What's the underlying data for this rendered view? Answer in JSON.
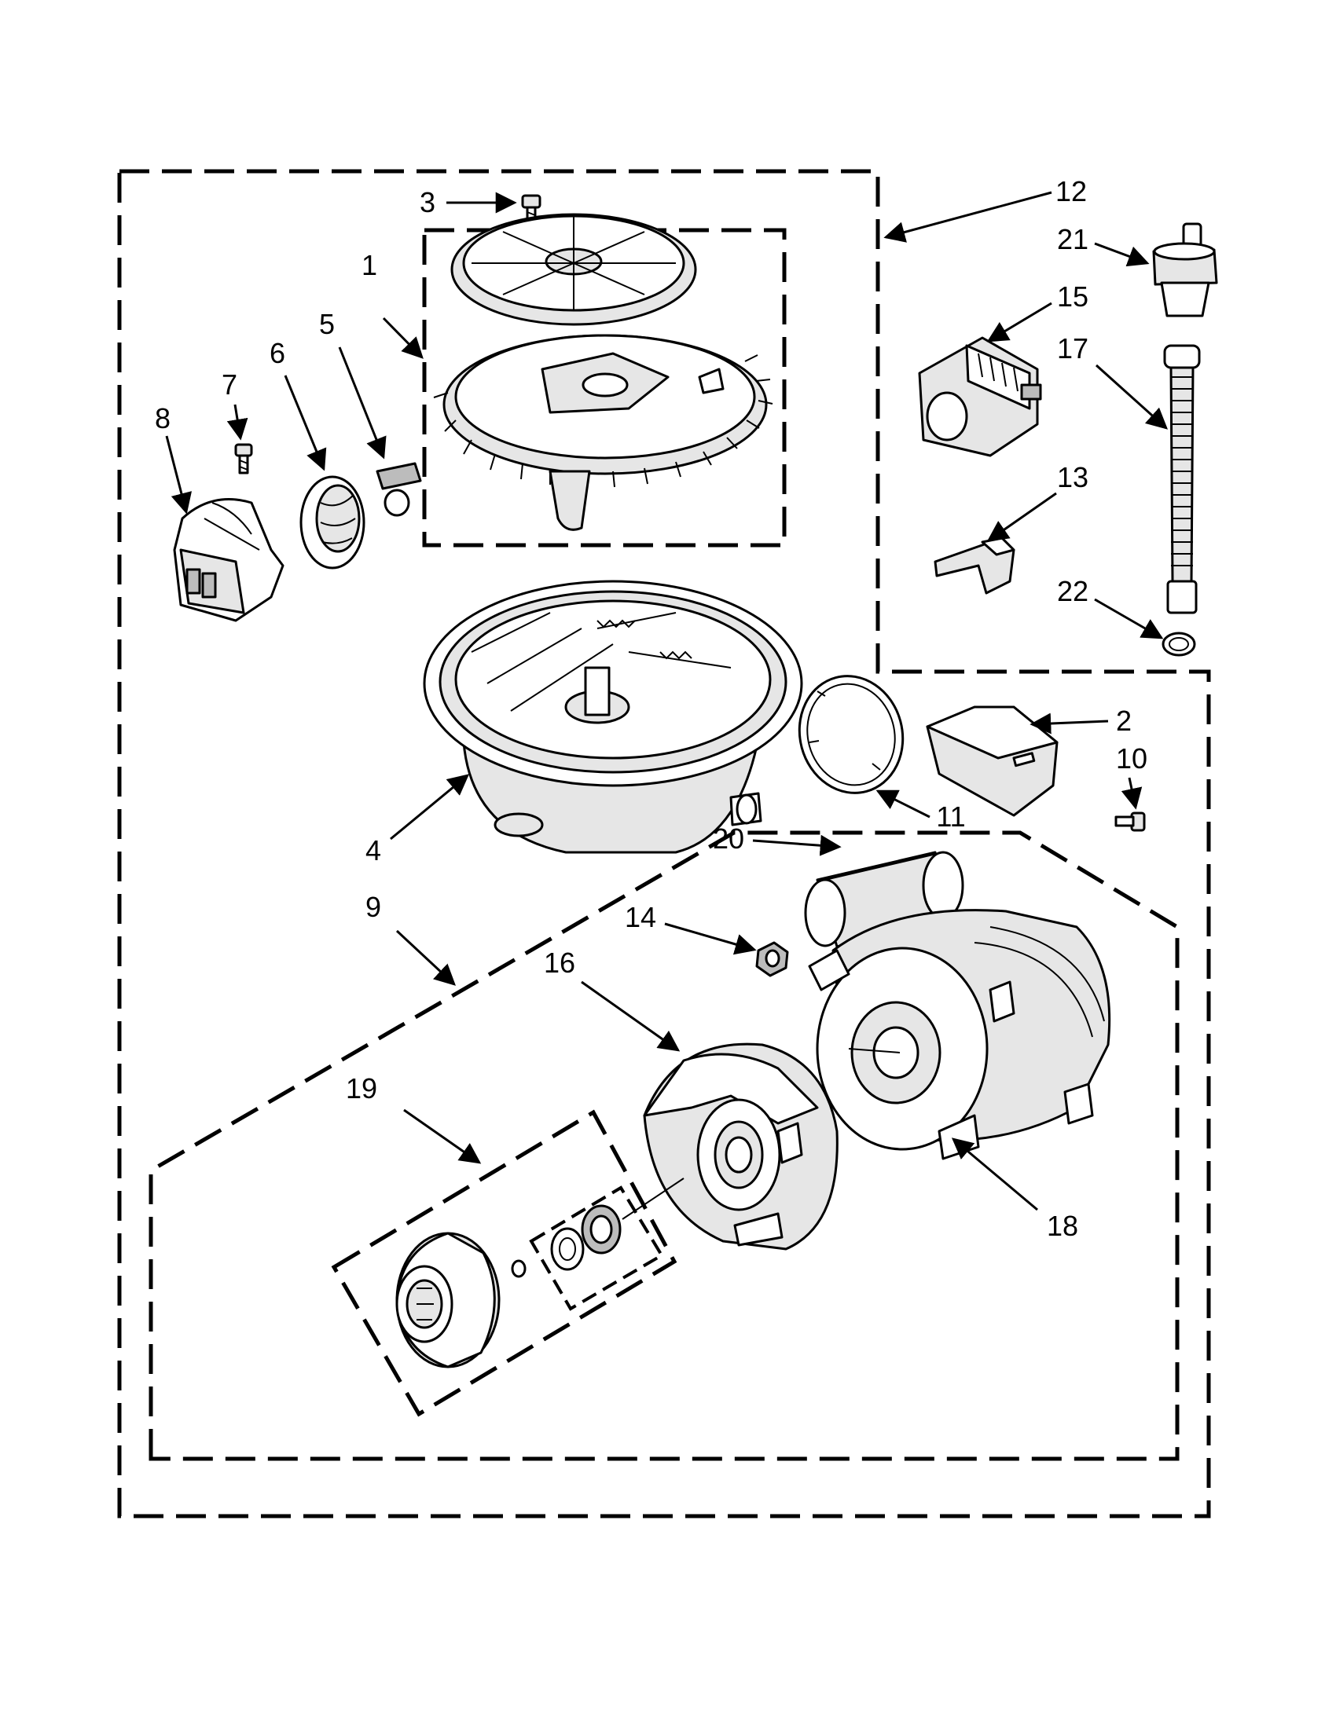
{
  "callouts": [
    {
      "id": "1",
      "text": "1"
    },
    {
      "id": "2",
      "text": "2"
    },
    {
      "id": "3",
      "text": "3"
    },
    {
      "id": "4",
      "text": "4"
    },
    {
      "id": "5",
      "text": "5"
    },
    {
      "id": "6",
      "text": "6"
    },
    {
      "id": "7",
      "text": "7"
    },
    {
      "id": "8",
      "text": "8"
    },
    {
      "id": "9",
      "text": "9"
    },
    {
      "id": "10",
      "text": "10"
    },
    {
      "id": "11",
      "text": "11"
    },
    {
      "id": "12",
      "text": "12"
    },
    {
      "id": "13",
      "text": "13"
    },
    {
      "id": "14",
      "text": "14"
    },
    {
      "id": "15",
      "text": "15"
    },
    {
      "id": "16",
      "text": "16"
    },
    {
      "id": "17",
      "text": "17"
    },
    {
      "id": "18",
      "text": "18"
    },
    {
      "id": "19",
      "text": "19"
    },
    {
      "id": "20",
      "text": "20"
    },
    {
      "id": "21",
      "text": "21"
    },
    {
      "id": "22",
      "text": "22"
    }
  ]
}
